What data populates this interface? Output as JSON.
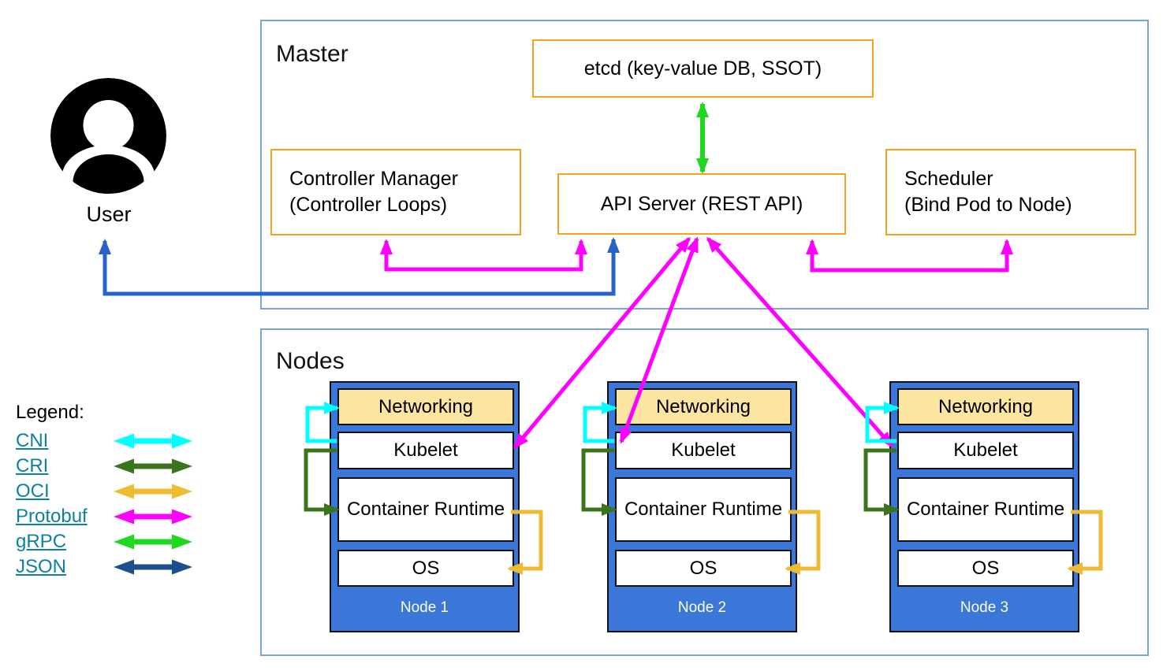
{
  "master": {
    "title": "Master",
    "etcd_label": "etcd (key-value DB, SSOT)",
    "api_server_label": "API Server (REST API)",
    "controller_manager": {
      "line1": "Controller Manager",
      "line2": "(Controller Loops)"
    },
    "scheduler": {
      "line1": "Scheduler",
      "line2": "(Bind Pod to Node)"
    }
  },
  "user": {
    "label": "User",
    "icon": "person-circle-icon"
  },
  "nodes_section": {
    "title": "Nodes",
    "nodes": [
      {
        "label": "Node 1",
        "layers": {
          "networking": "Networking",
          "kubelet": "Kubelet",
          "runtime": "Container Runtime",
          "os": "OS"
        }
      },
      {
        "label": "Node 2",
        "layers": {
          "networking": "Networking",
          "kubelet": "Kubelet",
          "runtime": "Container Runtime",
          "os": "OS"
        }
      },
      {
        "label": "Node 3",
        "layers": {
          "networking": "Networking",
          "kubelet": "Kubelet",
          "runtime": "Container Runtime",
          "os": "OS"
        }
      }
    ]
  },
  "legend": {
    "title": "Legend:",
    "items": [
      {
        "label": "CNI",
        "color": "#00ffff"
      },
      {
        "label": "CRI",
        "color": "#3c741d"
      },
      {
        "label": "OCI",
        "color": "#eebb35"
      },
      {
        "label": "Protobuf",
        "color": "#ff00ff"
      },
      {
        "label": "gRPC",
        "color": "#20d820"
      },
      {
        "label": "JSON",
        "color": "#1d4f8c"
      }
    ]
  },
  "colors": {
    "cni": "#00ffff",
    "cri": "#3c741d",
    "oci": "#eebb35",
    "protobuf": "#ff00ff",
    "grpc": "#20d820",
    "json": "#1d4f8c",
    "user_arrow": "#2563c9",
    "component_border_orange": "#f6a21d",
    "section_border_blue": "#7aa4d6",
    "node_fill_blue": "#3a77d8",
    "networking_fill_yellow": "#fbe5a0",
    "legend_link_teal": "#0e829c"
  }
}
